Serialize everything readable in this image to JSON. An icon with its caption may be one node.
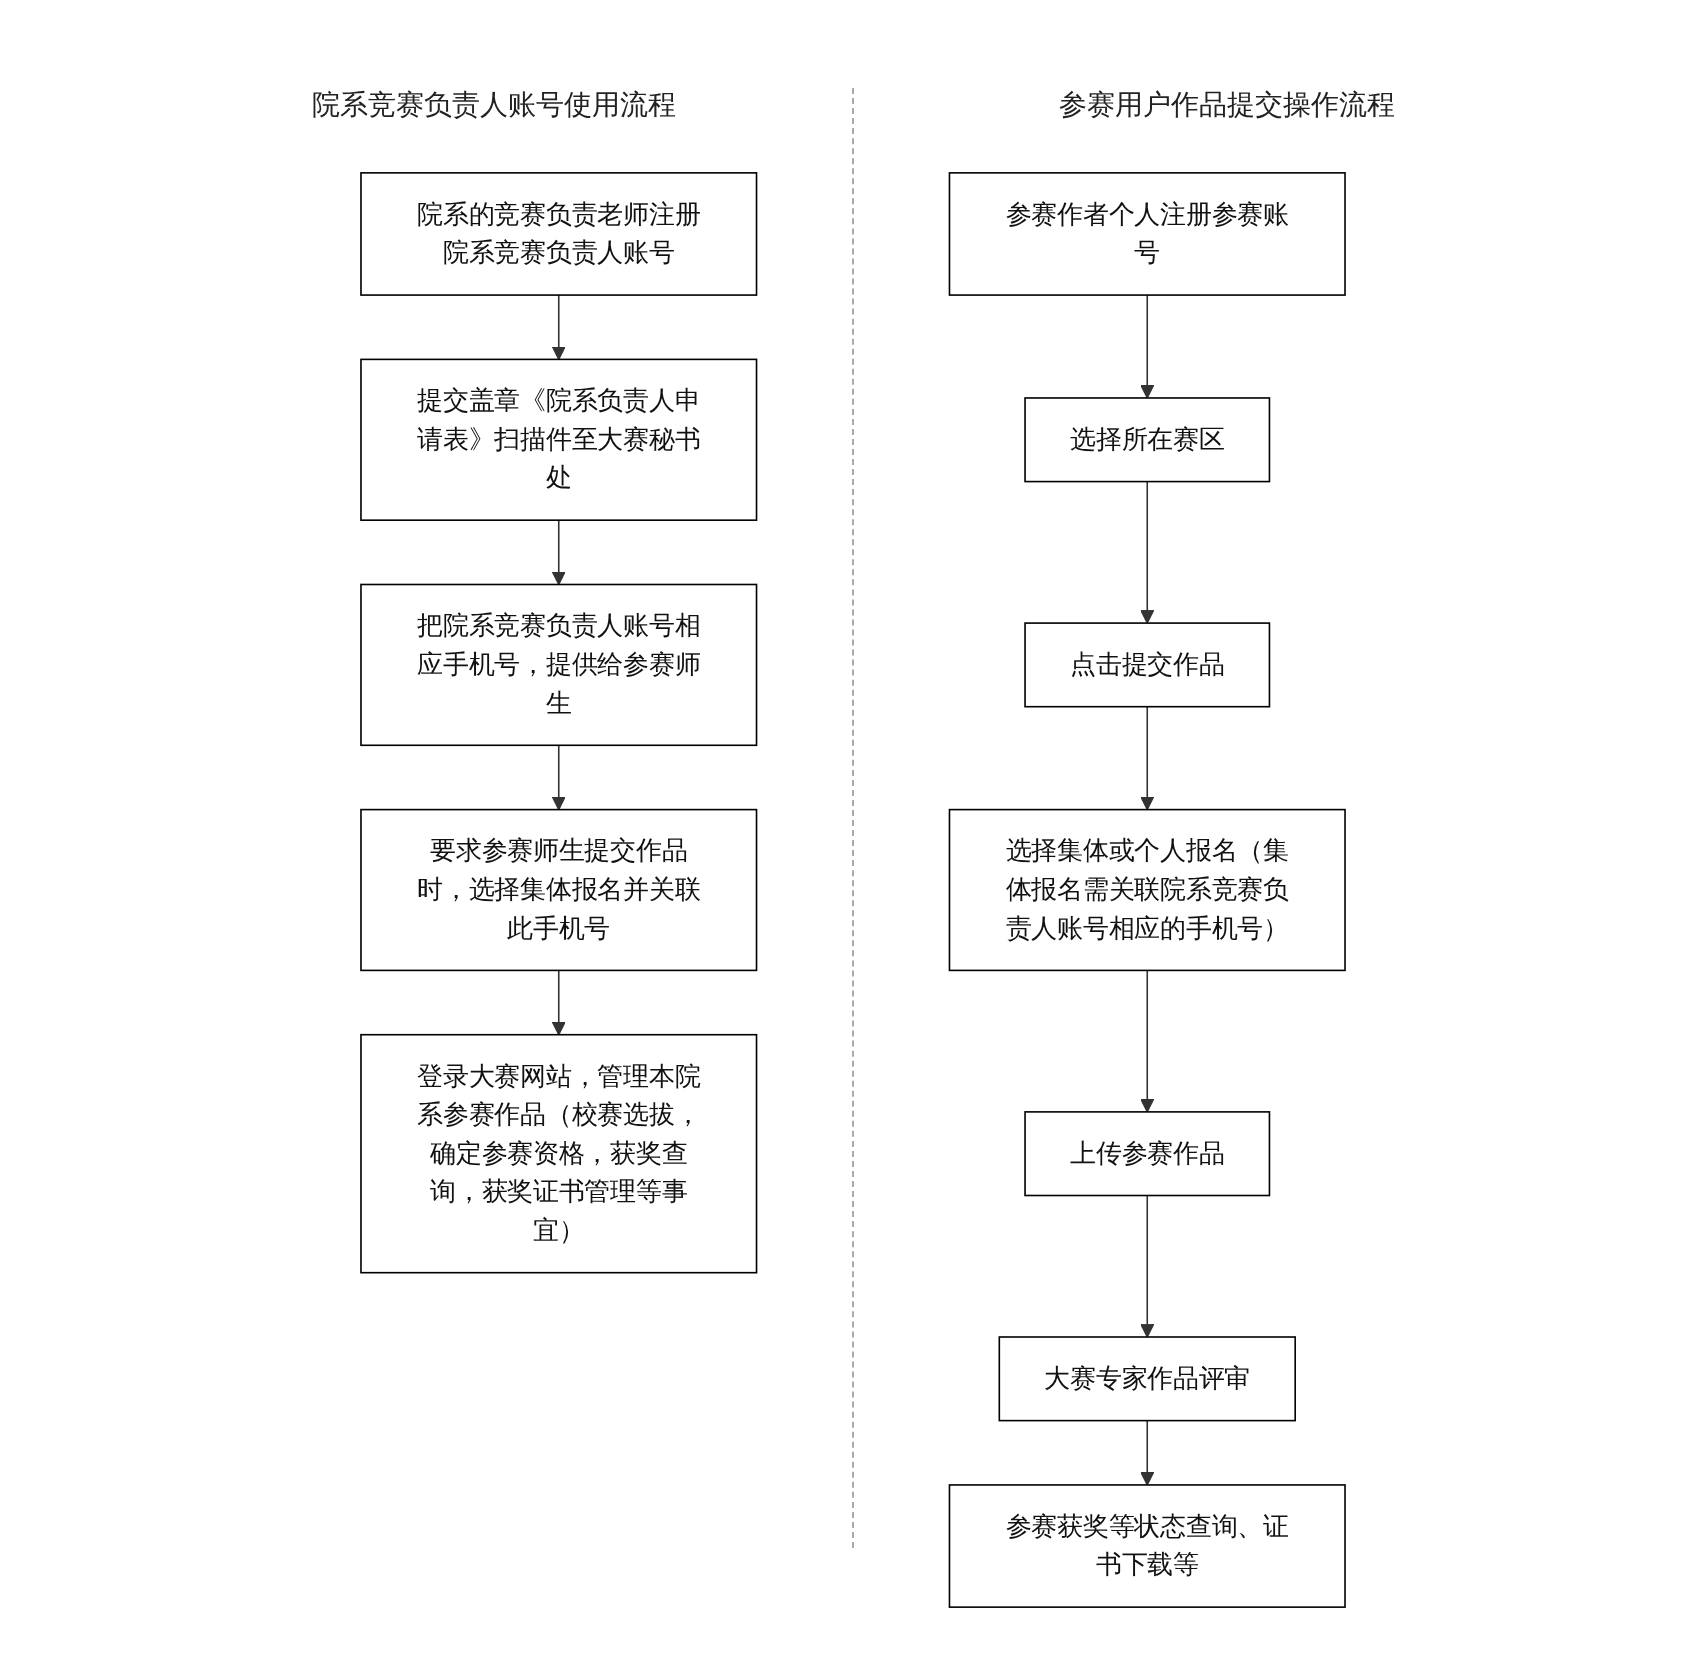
{
  "diagram": {
    "nodes": [
      {
        "text": [
          "院系的竞赛负责老师注册院系竞赛负责人账号"
        ]
      },
      {
        "text": [
          "提交盖章《院系负责人申请表》扫描件至大赛秘书处"
        ]
      },
      {
        "text": [
          "把院系竞赛负责人账号相应手机号，提供给参赛师生"
        ]
      },
      {
        "text": [
          "要求参赛师生提交作品时，选择集体报名并关联此手机号"
        ]
      },
      {
        "text": [
          "登录大赛网站，管理本院系参赛作品（校赛选拔，确定参赛资格，获奖查询，获奖证书管理等事宜）"
        ]
      },
      {
        "text": [
          "参赛作者个人注册参赛账号"
        ]
      },
      {
        "text": [
          "选择所在赛区"
        ]
      },
      {
        "text": [
          "点击提交作品"
        ]
      },
      {
        "text": [
          "选择集体或个人报名（集体报名需关联院系竞赛负责人账号相应的手机号）"
        ]
      },
      {
        "text": [
          "上传参赛作品"
        ]
      },
      {
        "text": [
          "大赛专家作品评审"
        ]
      },
      {
        "text": [
          "参赛获奖等状态查询、证书下载等"
        ]
      }
    ],
    "edges": [
      {
        "from": 0,
        "to": 1,
        "arrow": "to"
      },
      {
        "from": 1,
        "to": 2,
        "arrow": "to"
      },
      {
        "from": 2,
        "to": 3,
        "arrow": "to"
      },
      {
        "from": 3,
        "to": 4,
        "arrow": "to"
      },
      {
        "from": 5,
        "to": 6,
        "arrow": "to"
      },
      {
        "from": 6,
        "to": 7,
        "arrow": "to"
      },
      {
        "from": 7,
        "to": 8,
        "arrow": "to"
      },
      {
        "from": 8,
        "to": 9,
        "arrow": "to"
      },
      {
        "from": 9,
        "to": 10,
        "arrow": "to"
      },
      {
        "from": 10,
        "to": 11,
        "arrow": "to"
      }
    ],
    "labels": [
      "院系竞赛负责人账号使用流程",
      "参赛用户作品提交操作流程"
    ]
  }
}
